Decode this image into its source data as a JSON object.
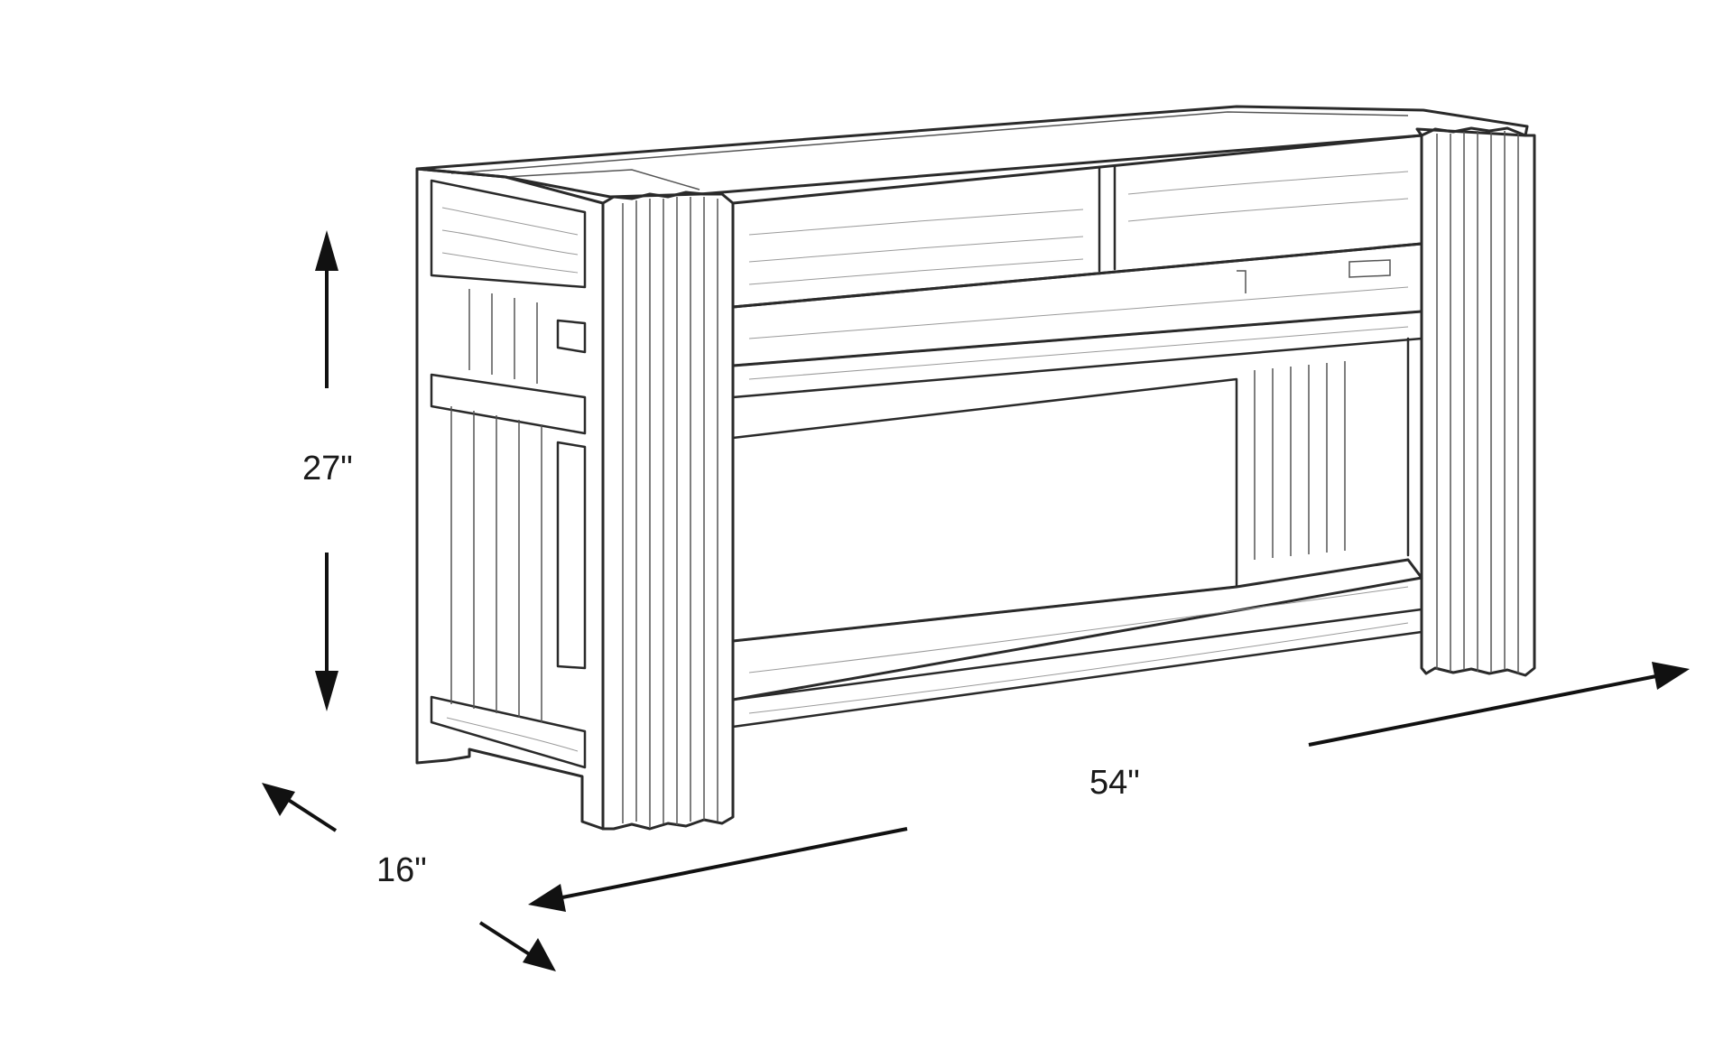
{
  "dimensions": {
    "height": "27\"",
    "width": "54\"",
    "depth": "16\""
  },
  "colors": {
    "line": "#2a2a2a",
    "arrow": "#111111",
    "background": "#ffffff"
  }
}
